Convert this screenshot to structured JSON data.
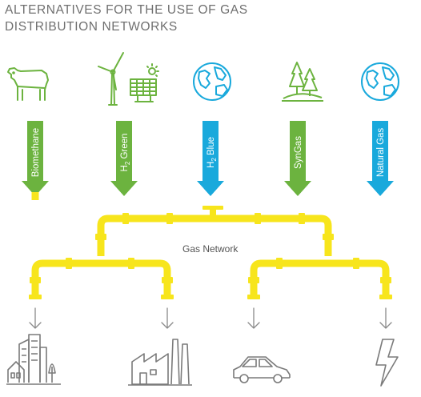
{
  "title": {
    "line1": "ALTERNATIVES FOR THE USE OF GAS",
    "line2": "DISTRIBUTION NETWORKS"
  },
  "sources": [
    {
      "icon": "cow-icon",
      "label": "Biomethane",
      "color": "#6cb33f"
    },
    {
      "icon": "wind-solar-icon",
      "label_main": "H",
      "label_sub": "2",
      "label_rest": " Green",
      "color": "#6cb33f"
    },
    {
      "icon": "globe-icon",
      "label_main": "H",
      "label_sub": "2",
      "label_rest": " Blue",
      "color": "#19a9dc"
    },
    {
      "icon": "forest-icon",
      "label": "SynGas",
      "color": "#6cb33f"
    },
    {
      "icon": "globe-icon",
      "label": "Natural Gas",
      "color": "#19a9dc"
    }
  ],
  "network": {
    "label": "Gas Network",
    "color": "#f7e51c"
  },
  "consumers": [
    {
      "icon": "city-icon"
    },
    {
      "icon": "factory-icon"
    },
    {
      "icon": "car-icon"
    },
    {
      "icon": "lightning-icon"
    }
  ],
  "colors": {
    "green": "#6cb33f",
    "blue": "#19a9dc",
    "yellow": "#f7e51c",
    "grey": "#7a7a7a"
  }
}
